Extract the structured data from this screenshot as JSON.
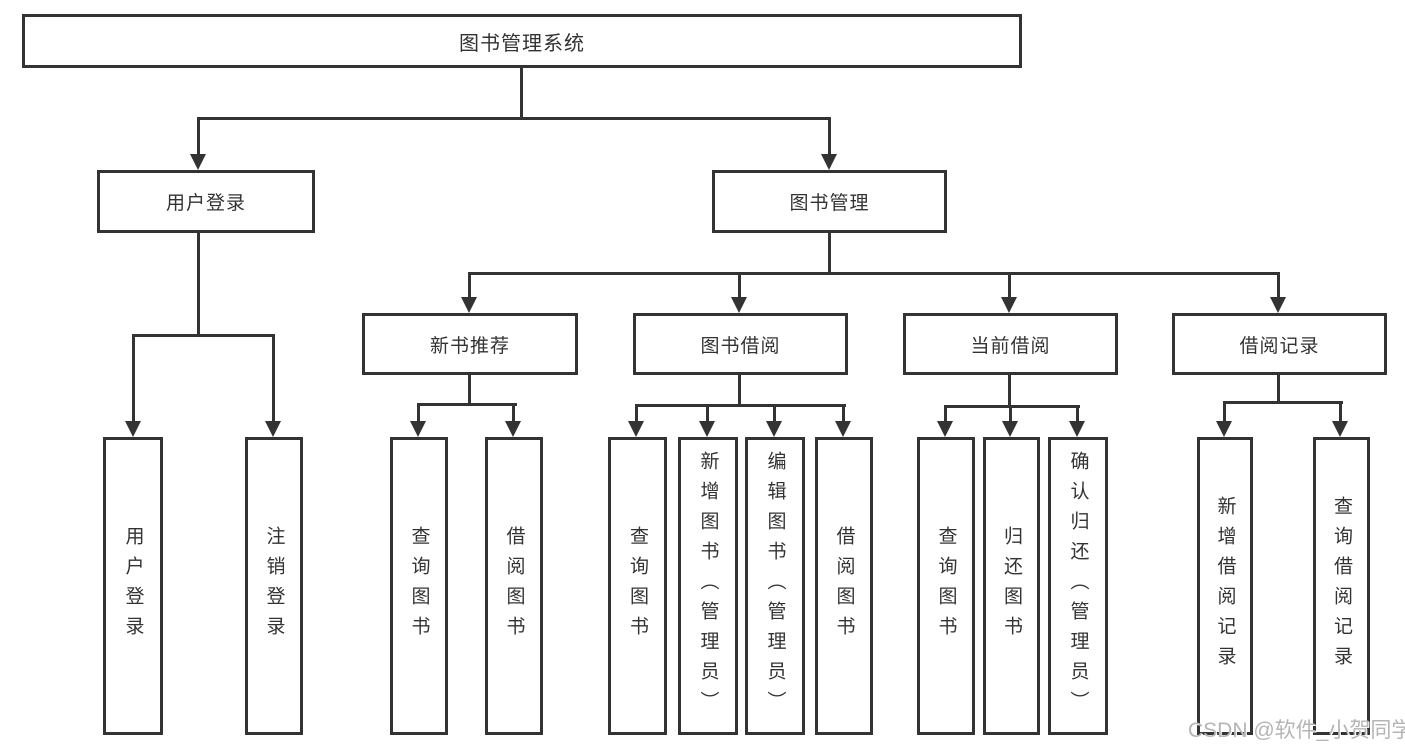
{
  "diagram": {
    "root": {
      "label": "图书管理系统"
    },
    "level2": [
      {
        "label": "用户登录"
      },
      {
        "label": "图书管理"
      }
    ],
    "level3": [
      {
        "label": "新书推荐"
      },
      {
        "label": "图书借阅"
      },
      {
        "label": "当前借阅"
      },
      {
        "label": "借阅记录"
      }
    ],
    "leaves": [
      {
        "label": "用户登录"
      },
      {
        "label": "注销登录"
      },
      {
        "label": "查询图书"
      },
      {
        "label": "借阅图书"
      },
      {
        "label": "查询图书"
      },
      {
        "label": "新增图书（管理员）"
      },
      {
        "label": "编辑图书（管理员）"
      },
      {
        "label": "借阅图书"
      },
      {
        "label": "查询图书"
      },
      {
        "label": "归还图书"
      },
      {
        "label": "确认归还（管理员）"
      },
      {
        "label": "新增借阅记录"
      },
      {
        "label": "查询借阅记录"
      }
    ]
  },
  "watermark": "CSDN @软件_小贺同学",
  "colors": {
    "line": "#333333",
    "text": "#333333",
    "watermark": "#b5b5b5",
    "background": "#ffffff"
  }
}
